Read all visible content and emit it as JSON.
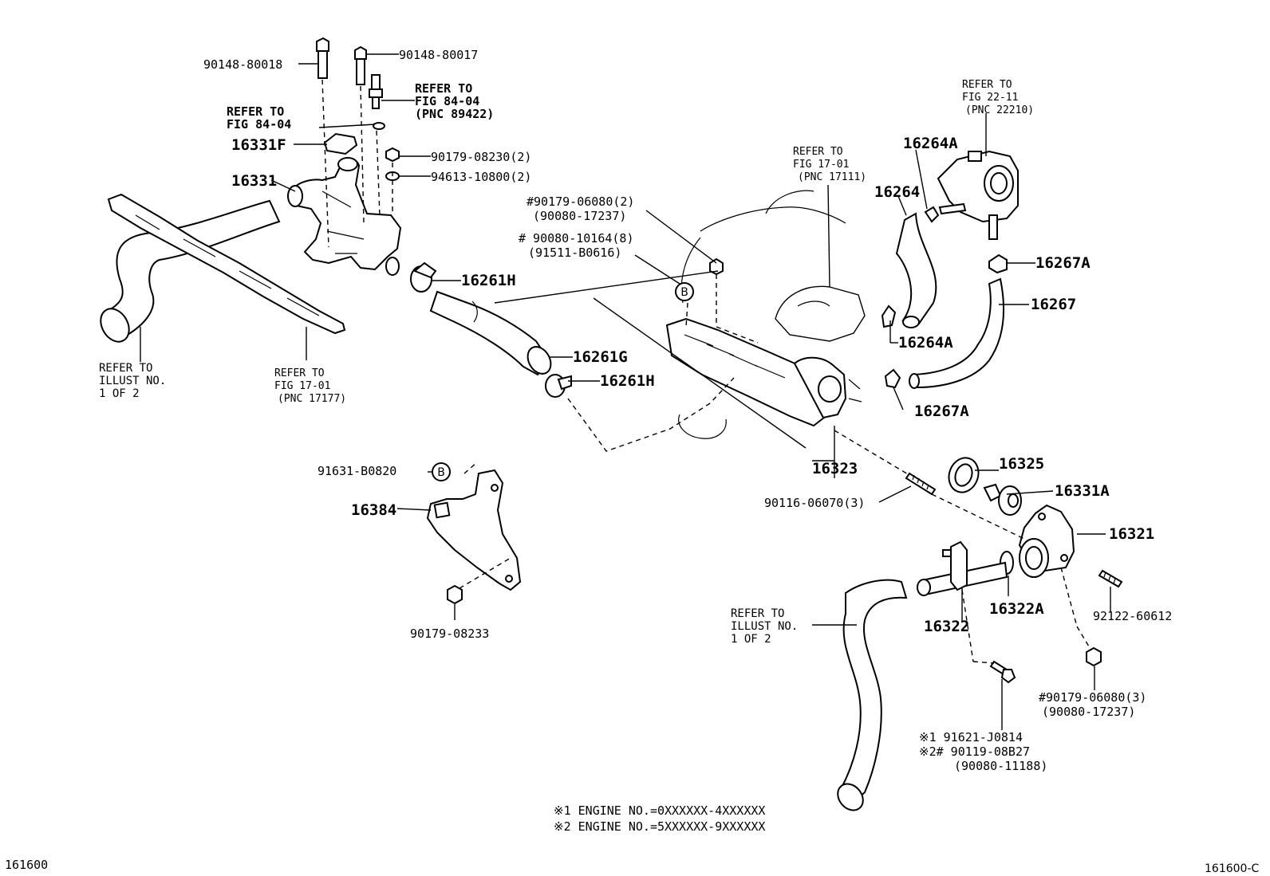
{
  "labels": {
    "p90148_80018": "90148-80018",
    "p90148_80017": "90148-80017",
    "refer_8404_a_1": "REFER TO",
    "refer_8404_a_2": "FIG 84-04",
    "refer_8404_a_3": "(PNC 89422)",
    "refer_8404_b_1": "REFER TO",
    "refer_8404_b_2": "FIG 84-04",
    "p16331F": "16331F",
    "p90179_08230": "90179-08230(2)",
    "p94613_10800": "94613-10800(2)",
    "p16331": "16331",
    "p90179_06080_2_1": "#90179-06080(2)",
    "p90179_06080_2_2": "(90080-17237)",
    "p90080_10164_1": "# 90080-10164(8)",
    "p90080_10164_2": "(91511-B0616)",
    "refer_1701_a_1": "REFER TO",
    "refer_1701_a_2": "FIG 17-01",
    "refer_1701_a_3": "(PNC 17111)",
    "refer_2211_1": "REFER TO",
    "refer_2211_2": "FIG 22-11",
    "refer_2211_3": "(PNC 22210)",
    "p16264A_top": "16264A",
    "p16264": "16264",
    "p16261H_top": "16261H",
    "p16267A_top": "16267A",
    "p16267": "16267",
    "p16264A_mid": "16264A",
    "p16261G": "16261G",
    "p16261H_bot": "16261H",
    "p16267A_bot": "16267A",
    "refer_illust_a_1": "REFER TO",
    "refer_illust_a_2": "ILLUST NO.",
    "refer_illust_a_3": "1 OF 2",
    "refer_17177_1": "REFER TO",
    "refer_17177_2": "FIG 17-01",
    "refer_17177_3": "(PNC 17177)",
    "p91631_B0820": "91631-B0820",
    "p16384": "16384",
    "p16323": "16323",
    "p16325": "16325",
    "p16331A": "16331A",
    "p90116_06070": "90116-06070(3)",
    "p16321": "16321",
    "p90179_08233": "90179-08233",
    "refer_illust_b_1": "REFER TO",
    "refer_illust_b_2": "ILLUST NO.",
    "refer_illust_b_3": "1 OF 2",
    "p16322": "16322",
    "p16322A": "16322A",
    "p92122_60612": "92122-60612",
    "p90179_06080_3_1": "#90179-06080(3)",
    "p90179_06080_3_2": "(90080-17237)",
    "note_x1_part": "※1  91621-J0814",
    "note_x2_part": "※2# 90119-08B27",
    "note_x2_alt": "(90080-11188)",
    "engine_note_1": "※1 ENGINE NO.=0XXXXXX-4XXXXXX",
    "engine_note_2": "※2 ENGINE NO.=5XXXXXX-9XXXXXX",
    "circle_b": "B",
    "fig_code_left": "161600",
    "fig_code_right": "161600-C"
  }
}
